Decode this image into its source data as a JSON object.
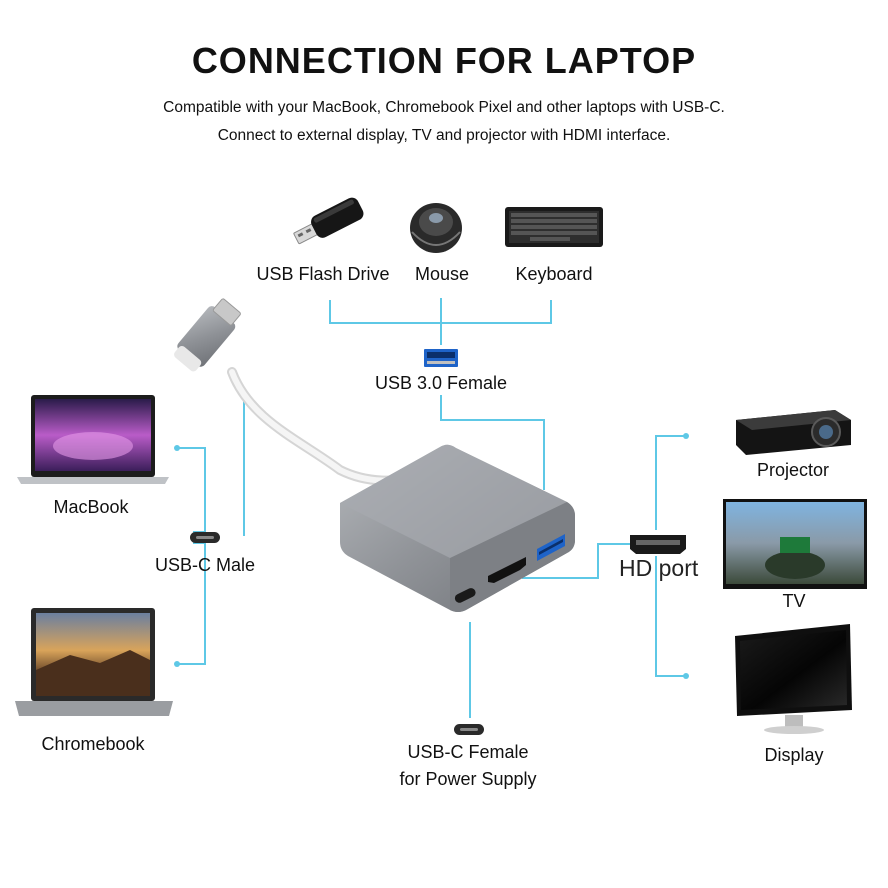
{
  "title": "CONNECTION FOR LAPTOP",
  "subtitle_line1": "Compatible with your MacBook, Chromebook Pixel and other laptops with USB-C.",
  "subtitle_line2": "Connect to external display, TV and projector with HDMI interface.",
  "devices_top": {
    "flash_drive": "USB Flash Drive",
    "mouse": "Mouse",
    "keyboard": "Keyboard"
  },
  "ports": {
    "usb3": "USB 3.0 Female",
    "usbc_male": "USB-C Male",
    "usbc_female_line1": "USB-C Female",
    "usbc_female_line2": "for Power Supply",
    "hd_port": "HD port"
  },
  "laptops": {
    "macbook": "MacBook",
    "chromebook": "Chromebook"
  },
  "outputs": {
    "projector": "Projector",
    "tv": "TV",
    "display": "Display"
  },
  "colors": {
    "connector_line": "#5ec8e6",
    "adapter_body": "#8c8f94",
    "port_blue": "#1e63c8"
  }
}
